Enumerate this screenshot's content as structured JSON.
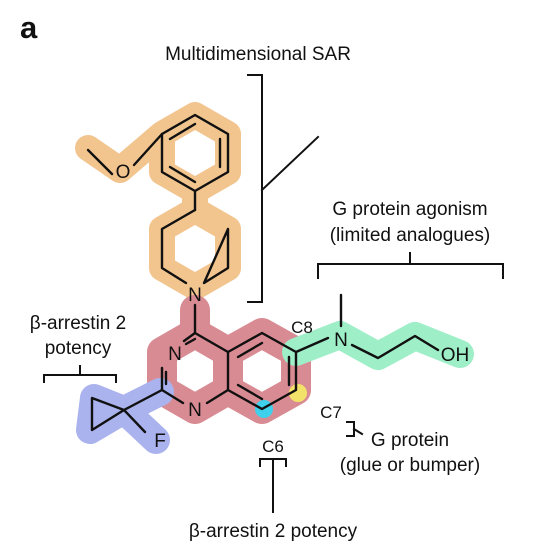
{
  "panel_label": "a",
  "annotations": {
    "multidimensional_sar": "Multidimensional SAR",
    "g_protein_agonism_line1": "G protein agonism",
    "g_protein_agonism_line2": "(limited analogues)",
    "barrestin_left_line1": "β-arrestin 2",
    "barrestin_left_line2": "potency",
    "c8": "C8",
    "c7": "C7",
    "c6": "C6",
    "g_protein_glue_line1": "G protein",
    "g_protein_glue_line2": "(glue or bumper)",
    "barrestin_bottom": "β-arrestin 2 potency"
  },
  "atoms": {
    "methoxy_o": "O",
    "piperidine_n": "N",
    "quin_n1": "N",
    "quin_n3": "N",
    "amine_n": "N",
    "hydroxyl": "OH",
    "fluorine": "F"
  },
  "colors": {
    "aryl_piperidine_highlight": "#f2c58f",
    "quinazoline_highlight": "#d98b93",
    "aminoethanol_highlight": "#9eeec8",
    "cyclopropyl_highlight": "#aab3ee",
    "c6_marker": "#3fd0ec",
    "c7_marker": "#f3e26a"
  }
}
